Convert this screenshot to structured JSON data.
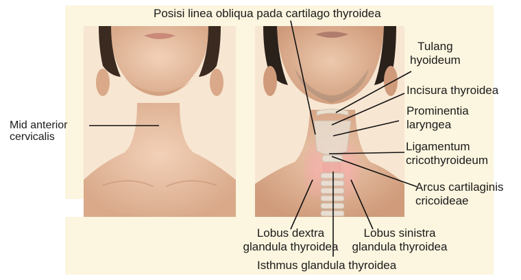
{
  "labels": {
    "oblique_line": "Posisi linea obliqua pada cartilago thyroidea",
    "hyoid": [
      "Tulang",
      "hyoideum"
    ],
    "notch": "Incisura thyroidea",
    "prominence": [
      "Prominentia",
      "laryngea"
    ],
    "ligament": [
      "Ligamentum",
      "cricothyroideum"
    ],
    "cricoid_arch": [
      "Arcus cartilaginis",
      "cricoideae"
    ],
    "right_lobe": [
      "Lobus dextra",
      "glandula thyroidea"
    ],
    "left_lobe": [
      "Lobus sinistra",
      "glandula thyroidea"
    ],
    "isthmus": "Isthmus glandula thyroidea",
    "mid_anterior": [
      "Mid anterior",
      "cervicalis"
    ]
  },
  "colors": {
    "background": "#fcf5df",
    "skin": "#e9c3a6",
    "skin_shadow": "#c99474",
    "hair": "#2b211b",
    "thyroid": "#f0a7a3",
    "cartilage": "#e8ddd0",
    "line": "#111111"
  }
}
